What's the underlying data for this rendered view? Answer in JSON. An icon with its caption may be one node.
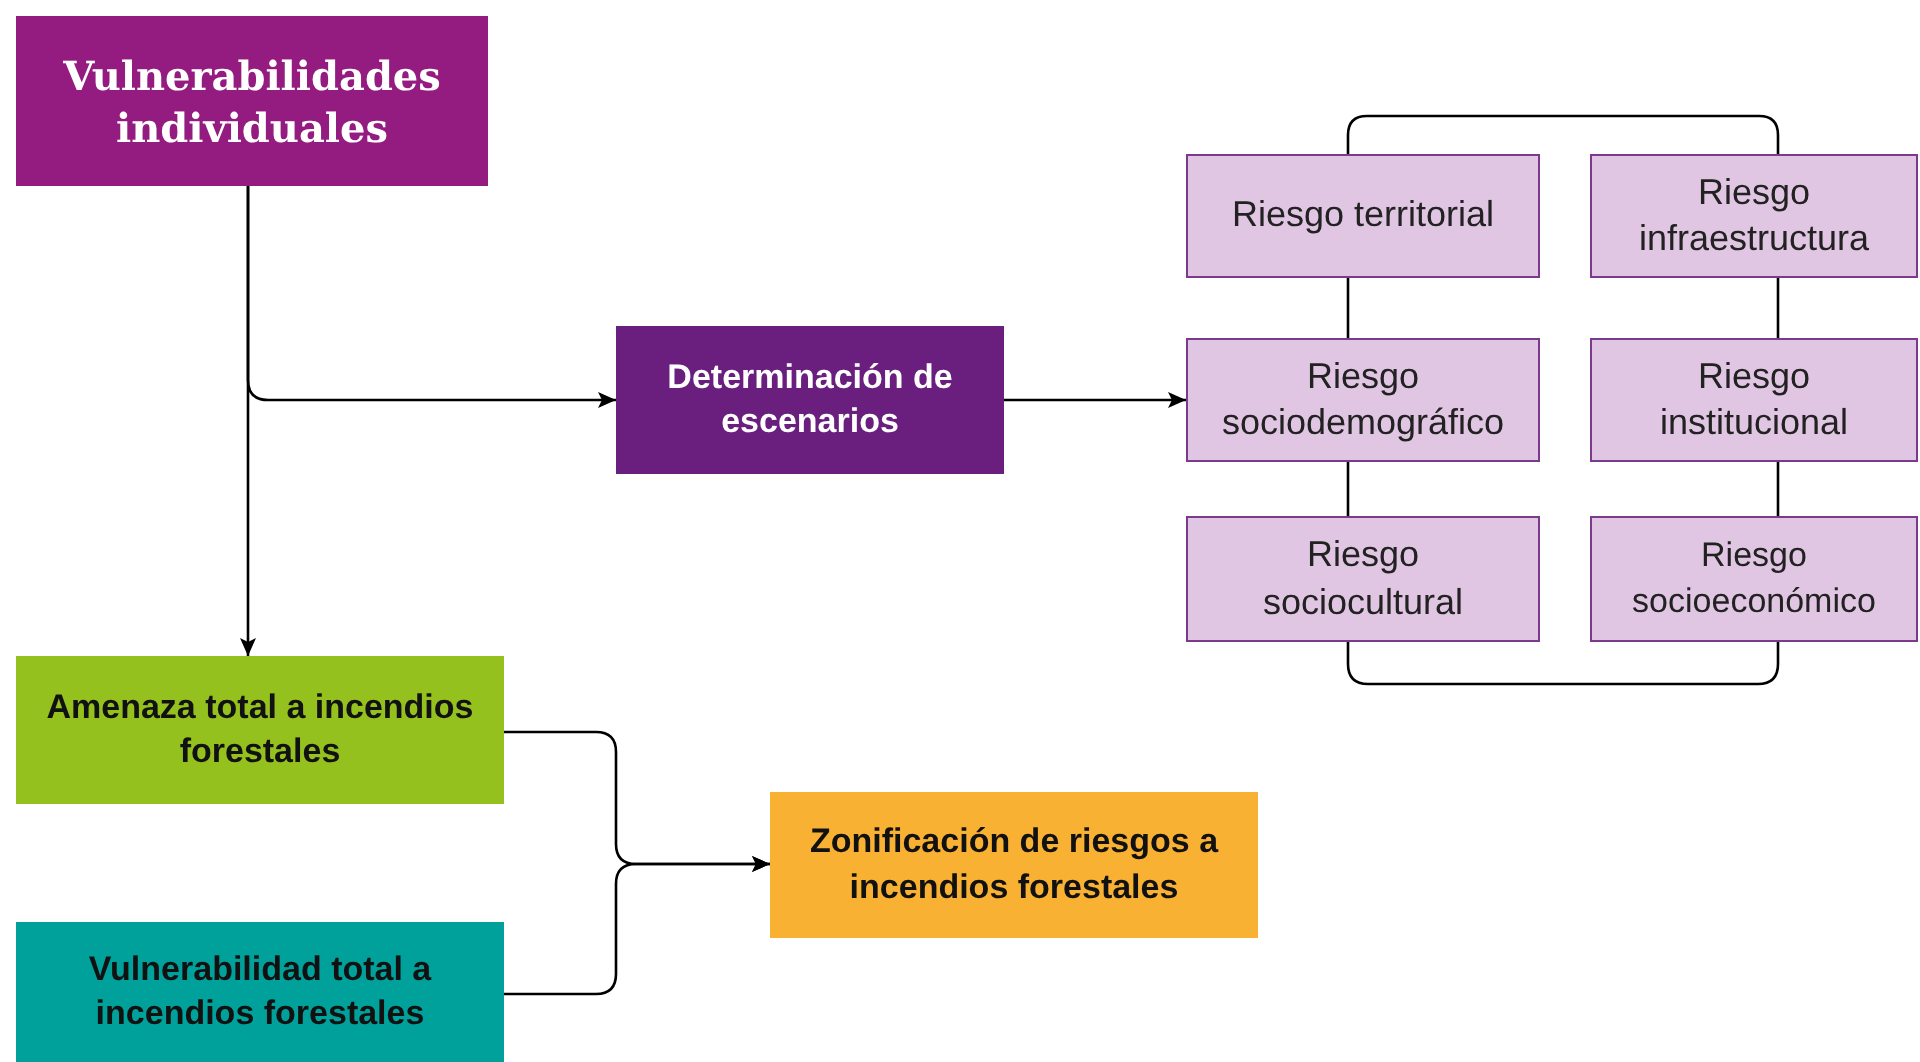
{
  "diagram": {
    "nodes": [
      {
        "text": [
          "Vulnerabilidades individuales"
        ]
      },
      {
        "text": [
          "Determinación de escenarios"
        ]
      },
      {
        "text": [
          "Riesgo territorial"
        ]
      },
      {
        "text": [
          "Riesgo infraestructura"
        ]
      },
      {
        "text": [
          "Riesgo sociodemográfico"
        ]
      },
      {
        "text": [
          "Riesgo institucional"
        ]
      },
      {
        "text": [
          "Riesgo sociocultural"
        ]
      },
      {
        "text": [
          "Riesgo socioeconómico"
        ]
      },
      {
        "text": [
          "Amenaza total a incendios forestales"
        ]
      },
      {
        "text": [
          "Vulnerabilidad total a incendios forestales"
        ]
      },
      {
        "text": [
          "Zonificación de riesgos a incendios forestales"
        ]
      }
    ],
    "edges": [
      {
        "from": 0,
        "to": 8,
        "arrow": "to"
      },
      {
        "from": 0,
        "to": 1,
        "arrow": "to"
      },
      {
        "from": 1,
        "to": 4,
        "arrow": "to"
      },
      {
        "from": 2,
        "to": 3,
        "arrow": "none"
      },
      {
        "from": 2,
        "to": 4,
        "arrow": "none"
      },
      {
        "from": 4,
        "to": 6,
        "arrow": "none"
      },
      {
        "from": 3,
        "to": 5,
        "arrow": "none"
      },
      {
        "from": 5,
        "to": 7,
        "arrow": "none"
      },
      {
        "from": 6,
        "to": 7,
        "arrow": "none"
      },
      {
        "from": 8,
        "to": 10,
        "arrow": "to"
      },
      {
        "from": 9,
        "to": 10,
        "arrow": "to"
      }
    ]
  }
}
